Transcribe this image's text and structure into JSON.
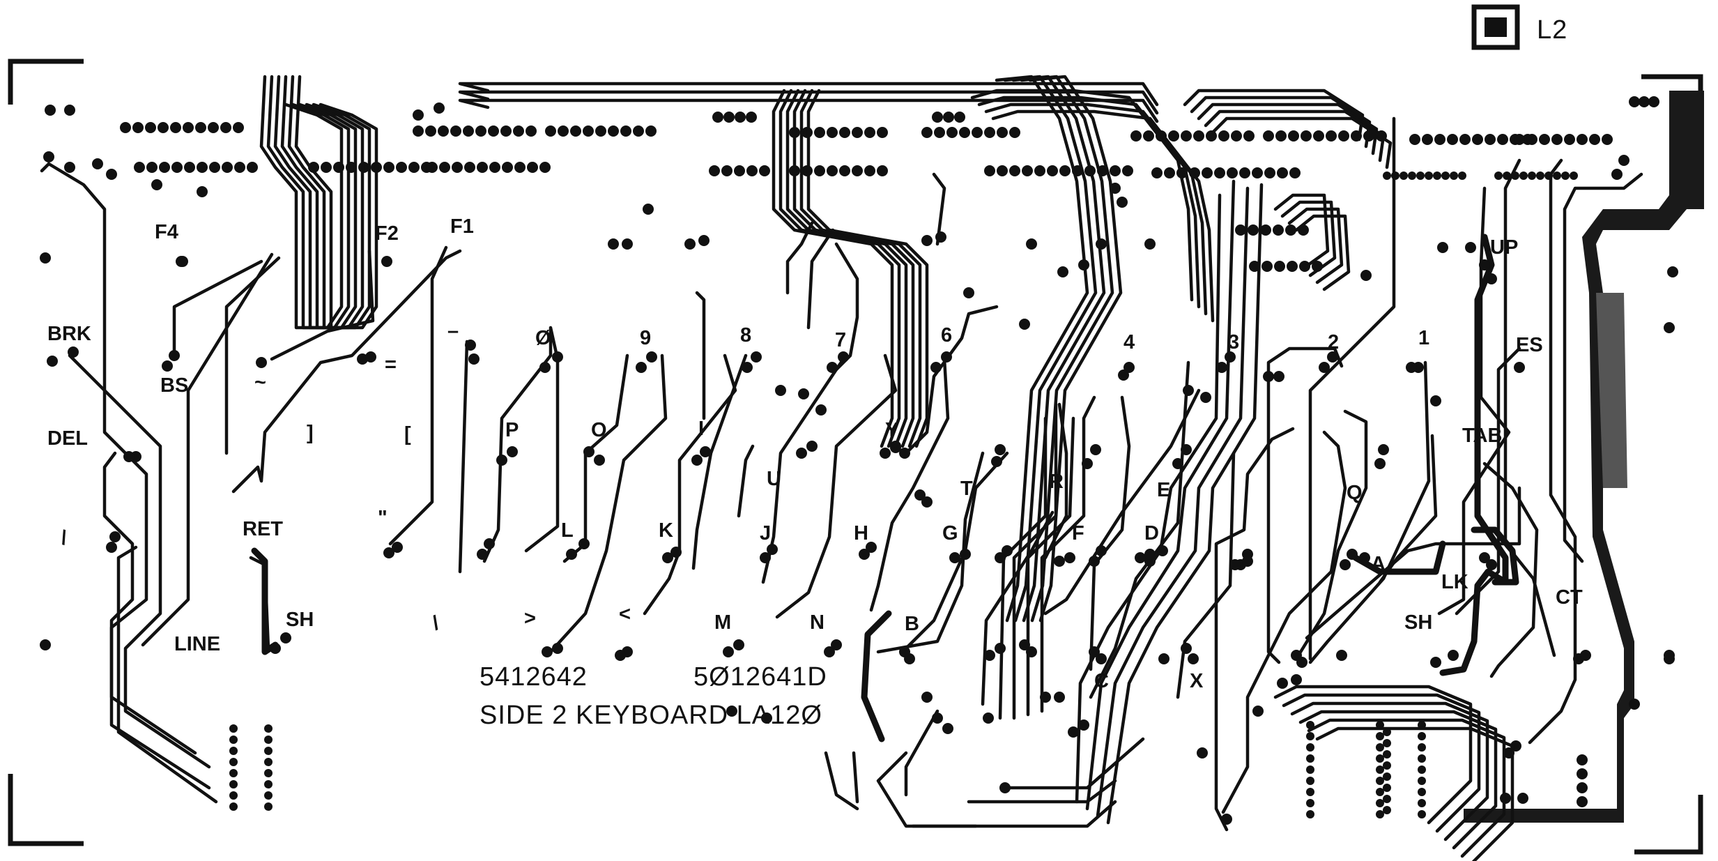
{
  "layer_mark": "L2",
  "part_numbers": [
    "5412642",
    "5Ø12641D"
  ],
  "title": "SIDE 2 KEYBOARD LA12Ø",
  "key_labels": [
    {
      "id": "f4",
      "text": "F4"
    },
    {
      "id": "f2",
      "text": "F2"
    },
    {
      "id": "f1",
      "text": "F1"
    },
    {
      "id": "brk",
      "text": "BRK"
    },
    {
      "id": "bs",
      "text": "BS"
    },
    {
      "id": "del",
      "text": "DEL"
    },
    {
      "id": "ret",
      "text": "RET"
    },
    {
      "id": "sh-left",
      "text": "SH"
    },
    {
      "id": "line",
      "text": "LINE"
    },
    {
      "id": "tilde",
      "text": "~"
    },
    {
      "id": "equals",
      "text": "="
    },
    {
      "id": "minus",
      "text": "–"
    },
    {
      "id": "zero",
      "text": "Ø"
    },
    {
      "id": "nine",
      "text": "9"
    },
    {
      "id": "eight",
      "text": "8"
    },
    {
      "id": "seven",
      "text": "7"
    },
    {
      "id": "six",
      "text": "6"
    },
    {
      "id": "four",
      "text": "4"
    },
    {
      "id": "three",
      "text": "3"
    },
    {
      "id": "two",
      "text": "2"
    },
    {
      "id": "one",
      "text": "1"
    },
    {
      "id": "rbracket",
      "text": "]"
    },
    {
      "id": "lbracket",
      "text": "["
    },
    {
      "id": "quote",
      "text": "\""
    },
    {
      "id": "p",
      "text": "P"
    },
    {
      "id": "o",
      "text": "O"
    },
    {
      "id": "i",
      "text": "I"
    },
    {
      "id": "u",
      "text": "U"
    },
    {
      "id": "y",
      "text": "Y"
    },
    {
      "id": "t",
      "text": "T"
    },
    {
      "id": "r",
      "text": "R"
    },
    {
      "id": "e",
      "text": "E"
    },
    {
      "id": "q",
      "text": "Q"
    },
    {
      "id": "l",
      "text": "L"
    },
    {
      "id": "k",
      "text": "K"
    },
    {
      "id": "j",
      "text": "J"
    },
    {
      "id": "h",
      "text": "H"
    },
    {
      "id": "g",
      "text": "G"
    },
    {
      "id": "f",
      "text": "F"
    },
    {
      "id": "d",
      "text": "D"
    },
    {
      "id": "a",
      "text": "A"
    },
    {
      "id": "gt",
      "text": ">"
    },
    {
      "id": "lt",
      "text": "<"
    },
    {
      "id": "m",
      "text": "M"
    },
    {
      "id": "n",
      "text": "N"
    },
    {
      "id": "b",
      "text": "B"
    },
    {
      "id": "c",
      "text": "C"
    },
    {
      "id": "x",
      "text": "X"
    },
    {
      "id": "up",
      "text": "UP"
    },
    {
      "id": "esc",
      "text": "ES"
    },
    {
      "id": "tab",
      "text": "TAB"
    },
    {
      "id": "lk",
      "text": "LK"
    },
    {
      "id": "ct",
      "text": "CT"
    },
    {
      "id": "sh-right",
      "text": "SH"
    },
    {
      "id": "backslash",
      "text": "\\"
    },
    {
      "id": "slash",
      "text": "/"
    }
  ]
}
